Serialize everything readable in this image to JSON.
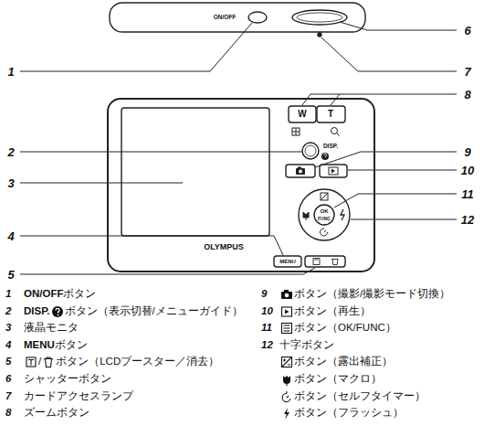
{
  "diagram": {
    "labels": [
      "ON/OFF",
      "W",
      "T",
      "DISP.",
      "MENU",
      "OK",
      "FUNC",
      "OLYMPUS",
      "1",
      "2",
      "3",
      "4",
      "5",
      "6",
      "7",
      "8",
      "9",
      "10",
      "11",
      "12",
      "1",
      "ON/OFF",
      "ボタン",
      "2",
      "DISP.",
      "ボタン（表示切替/メニューガイド）",
      "3",
      "液晶モニタ",
      "4",
      "MENU",
      "ボタン",
      "5",
      "/",
      "ボタン（LCDブースター／消去）",
      "6",
      "シャッターボタン",
      "7",
      "カードアクセスランプ",
      "8",
      "ズームボタン",
      "9",
      "ボタン（撮影/撮影モード切換）",
      "10",
      "ボタン（再生）",
      "11",
      "ボタン（OK/FUNC）",
      "12",
      "十字ボタン",
      "ボタン（露出補正）",
      "ボタン（マクロ）",
      "ボタン（セルフタイマー）",
      "ボタン（フラッシュ）"
    ]
  }
}
